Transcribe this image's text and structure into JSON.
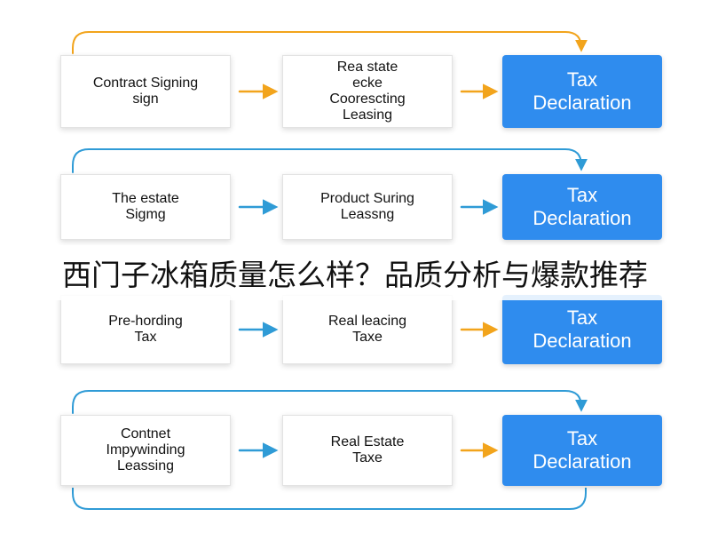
{
  "colors": {
    "orange": "#f2a41c",
    "blue_line": "#2f9bd6",
    "tax_box": "#2f8cee"
  },
  "rows": [
    {
      "loop_color": "orange",
      "box1": [
        "Contract Signing",
        "sign"
      ],
      "box2": [
        "Rea state",
        "ecke",
        "Coorescting",
        "Leasing"
      ],
      "box3": [
        "Tax",
        "Declaration"
      ],
      "arrow1_color": "orange",
      "arrow2_color": "orange"
    },
    {
      "loop_color": "blue_line",
      "box1": [
        "The estate",
        "Sigmg"
      ],
      "box2": [
        "Product Suring",
        "Leassng"
      ],
      "box3": [
        "Tax",
        "Declaration"
      ],
      "arrow1_color": "blue_line",
      "arrow2_color": "blue_line"
    },
    {
      "loop_color": "blue_line",
      "box1": [
        "Pre-hording",
        "Tax"
      ],
      "box2": [
        "Real leacing",
        "Taxe"
      ],
      "box3": [
        "Tax",
        "Declaration"
      ],
      "arrow1_color": "blue_line",
      "arrow2_color": "orange"
    },
    {
      "loop_color": "blue_line",
      "box1": [
        "Contnet",
        "Impywinding",
        "Leassing"
      ],
      "box2": [
        "Real Estate",
        "Taxe"
      ],
      "box3": [
        "Tax",
        "Declaration"
      ],
      "arrow1_color": "blue_line",
      "arrow2_color": "orange"
    }
  ],
  "banner": {
    "text": "西门子冰箱质量怎么样？品质分析与爆款推荐"
  }
}
